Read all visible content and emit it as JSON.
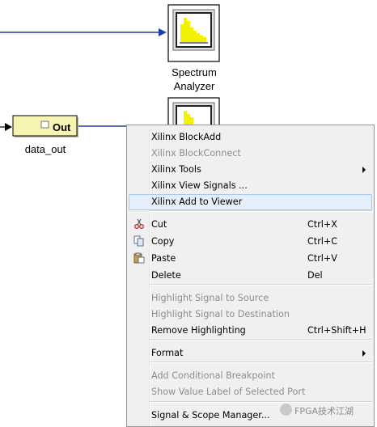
{
  "blocks": {
    "spectrum_analyzer": {
      "label_line1": "Spectrum",
      "label_line2": "Analyzer"
    },
    "out_block": {
      "text": "Out",
      "label": "data_out"
    }
  },
  "context_menu": {
    "items": [
      {
        "label": "Xilinx BlockAdd",
        "shortcut": "",
        "disabled": false
      },
      {
        "label": "Xilinx BlockConnect",
        "shortcut": "",
        "disabled": true
      },
      {
        "label": "Xilinx Tools",
        "shortcut": "",
        "disabled": false,
        "submenu": true
      },
      {
        "label": "Xilinx View Signals ...",
        "shortcut": "",
        "disabled": false
      },
      {
        "label": "Xilinx Add to Viewer",
        "shortcut": "",
        "disabled": false,
        "highlighted": true
      },
      {
        "label": "Cut",
        "shortcut": "Ctrl+X",
        "disabled": false,
        "icon": "scissors-icon"
      },
      {
        "label": "Copy",
        "shortcut": "Ctrl+C",
        "disabled": false,
        "icon": "copy-icon"
      },
      {
        "label": "Paste",
        "shortcut": "Ctrl+V",
        "disabled": false,
        "icon": "paste-icon"
      },
      {
        "label": "Delete",
        "shortcut": "Del",
        "disabled": false
      },
      {
        "label": "Highlight Signal to Source",
        "shortcut": "",
        "disabled": true
      },
      {
        "label": "Highlight Signal to Destination",
        "shortcut": "",
        "disabled": true
      },
      {
        "label": "Remove Highlighting",
        "shortcut": "Ctrl+Shift+H",
        "disabled": false
      },
      {
        "label": "Format",
        "shortcut": "",
        "disabled": false,
        "submenu": true
      },
      {
        "label": "Add Conditional Breakpoint",
        "shortcut": "",
        "disabled": true
      },
      {
        "label": "Show Value Label of Selected Port",
        "shortcut": "",
        "disabled": true
      },
      {
        "label": "Signal & Scope Manager...",
        "shortcut": "",
        "disabled": false
      }
    ]
  },
  "watermark": {
    "text": "FPGA技术江湖"
  },
  "colors": {
    "signal_line": "#1f3fa8",
    "out_block_fill": "#f7f3b2",
    "scope_yellow": "#f2f200",
    "menu_bg": "#f0f0f0",
    "highlight_bg": "#e5eefb"
  }
}
